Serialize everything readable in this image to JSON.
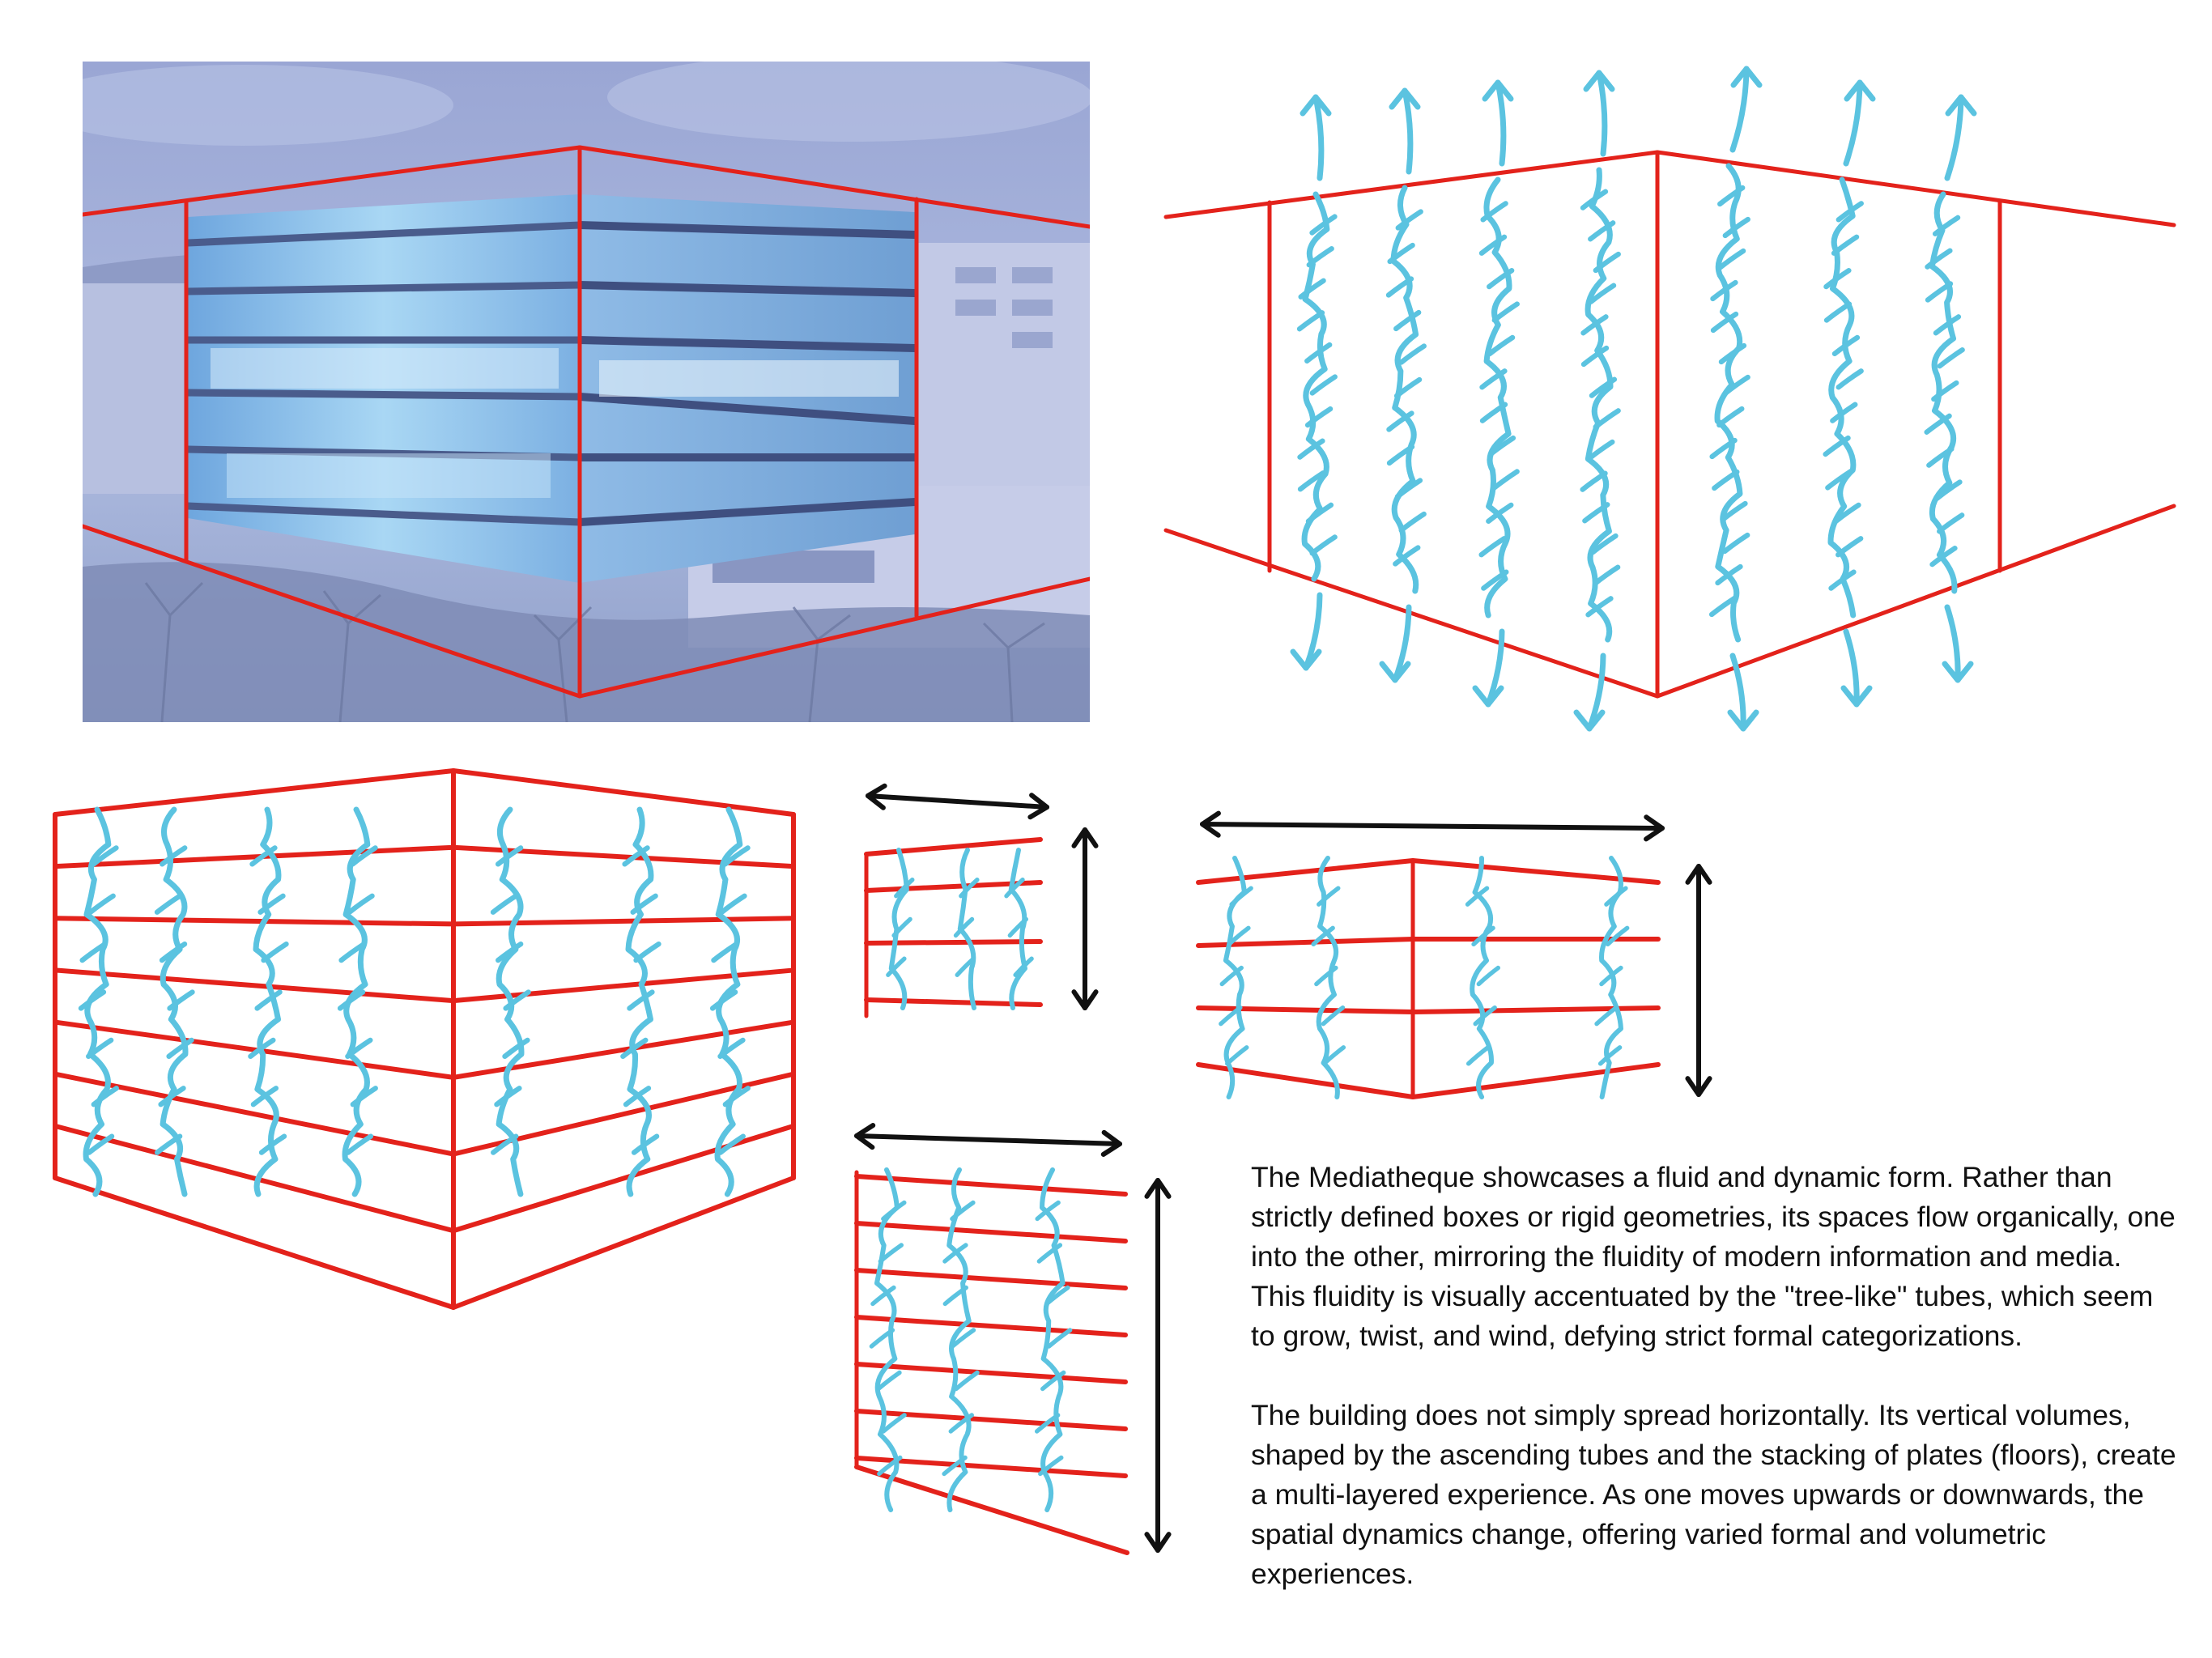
{
  "palette": {
    "structure_line": "#e3221b",
    "tube_line": "#5bc3e0",
    "dimension_arrow": "#111111",
    "photo_sky": "#a9b6dc",
    "photo_glass": "#7fb7e6",
    "background": "#ffffff"
  },
  "figures": {
    "photo": {
      "subject": "building-photo-with-red-outline"
    },
    "exploded_tubes": {
      "icon": "up-arrow-icon / down-arrow-icon"
    },
    "stacked_box": {},
    "small_panel": {},
    "wide_panel": {},
    "tall_panel": {}
  },
  "text": {
    "paragraph_1": "The Mediatheque showcases a fluid and dynamic form. Rather than strictly defined boxes or rigid geometries, its spaces flow organically, one into the other, mirroring the fluidity of modern information and media. This fluidity is visually accentuated by the \"tree-like\" tubes, which seem to grow, twist, and wind, defying strict formal categorizations.",
    "paragraph_2": "The building does not simply spread horizontally. Its vertical volumes, shaped by the ascending tubes and the stacking of plates (floors), create a multi-layered experience. As one moves upwards or downwards, the spatial dynamics change, offering varied formal and volumetric experiences."
  }
}
